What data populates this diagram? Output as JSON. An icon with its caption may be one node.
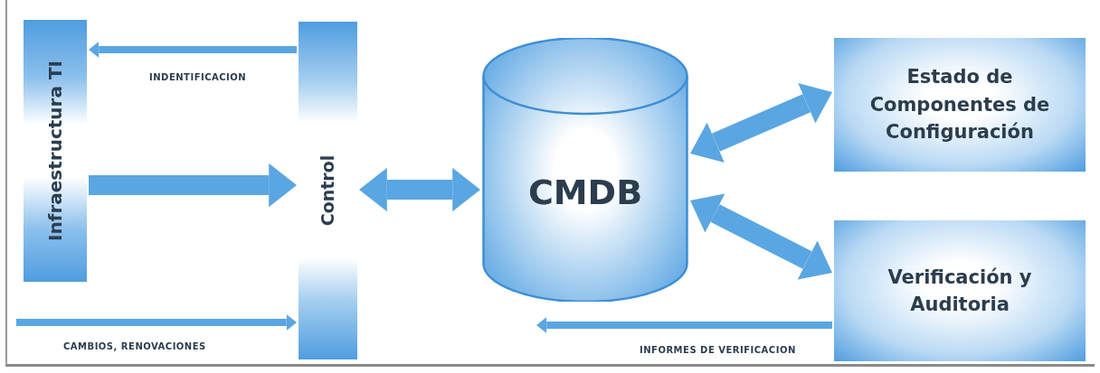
{
  "diagram": {
    "nodes": [
      {
        "text": [
          "Infraestructura TI"
        ]
      },
      {
        "text": [
          "Control"
        ]
      },
      {
        "text": [
          "CMDB"
        ]
      },
      {
        "text": [
          "Estado de Componentes de Configuración"
        ]
      },
      {
        "text": [
          "Verificación y Auditoria"
        ]
      }
    ],
    "edges": [
      {
        "from": 1,
        "to": 0,
        "arrow": "to",
        "label": "INDENTIFICACION"
      },
      {
        "from": 0,
        "to": 1,
        "arrow": "to"
      },
      {
        "from": null,
        "to": 1,
        "arrow": "to",
        "label": "CAMBIOS, RENOVACIONES"
      },
      {
        "from": 1,
        "to": 2,
        "arrow": "both"
      },
      {
        "from": 2,
        "to": 3,
        "arrow": "both"
      },
      {
        "from": 2,
        "to": 4,
        "arrow": "both"
      },
      {
        "from": 4,
        "to": 2,
        "arrow": "to",
        "label": "INFORMES DE VERIFICACION"
      }
    ]
  }
}
